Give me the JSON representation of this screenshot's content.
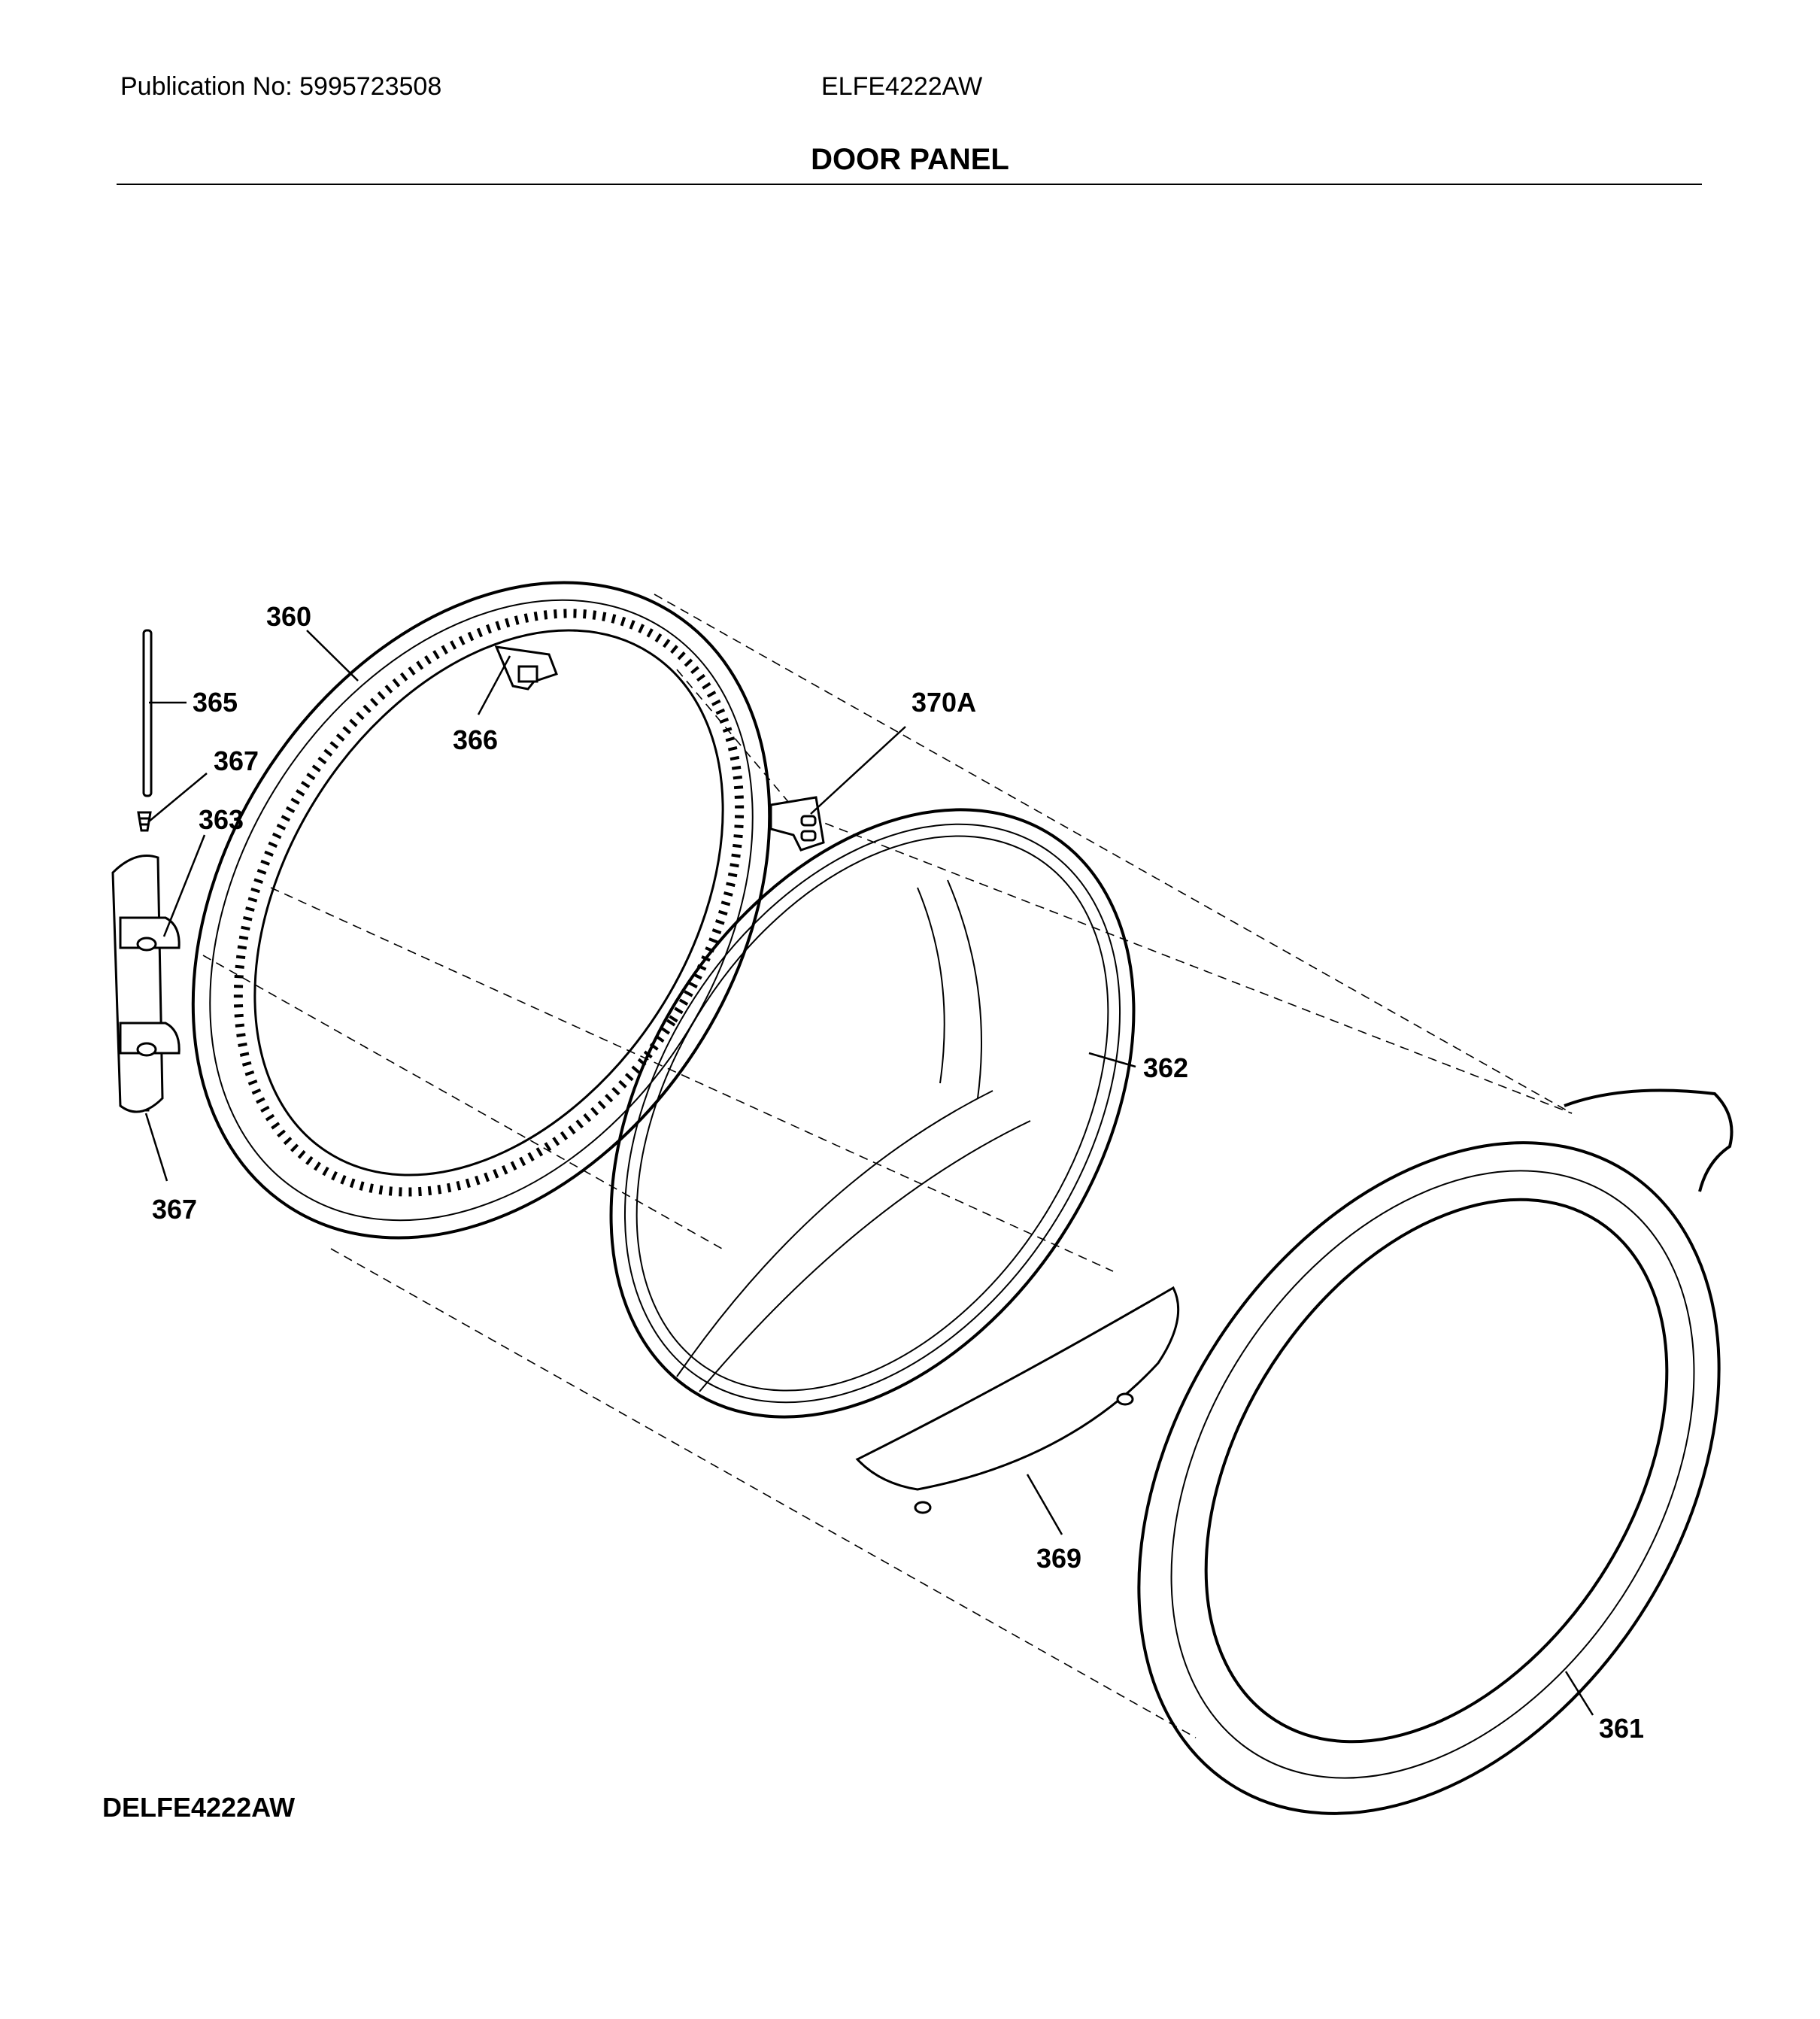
{
  "header": {
    "publication": "Publication No: 5995723508",
    "model": "ELFE4222AW",
    "title": "DOOR PANEL"
  },
  "callouts": {
    "c360": "360",
    "c365": "365",
    "c367_top": "367",
    "c363": "363",
    "c366": "366",
    "c370a": "370A",
    "c362": "362",
    "c367_bottom": "367",
    "c369": "369",
    "c361": "361"
  },
  "footer": {
    "diagram_code": "DELFE4222AW"
  }
}
